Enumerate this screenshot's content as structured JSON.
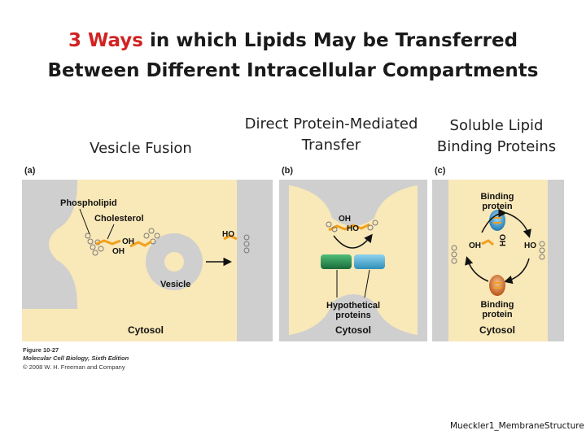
{
  "title": {
    "accent": "3 Ways",
    "line1_rest": " in which Lipids May be Transferred",
    "line2": "Between Different Intracellular Compartments"
  },
  "captions": {
    "vesicle_fusion": "Vesicle Fusion",
    "direct_line1": "Direct Protein-Mediated",
    "direct_line2": "Transfer",
    "soluble_line1": "Soluble Lipid",
    "soluble_line2": "Binding Proteins"
  },
  "panels": {
    "a": {
      "letter": "(a)",
      "phospholipid": "Phospholipid",
      "cholesterol": "Cholesterol",
      "oh": "OH",
      "ho": "HO",
      "vesicle": "Vesicle",
      "cytosol": "Cytosol"
    },
    "b": {
      "letter": "(b)",
      "oh": "OH",
      "ho": "HO",
      "hypothetical_line1": "Hypothetical",
      "hypothetical_line2": "proteins",
      "cytosol": "Cytosol"
    },
    "c": {
      "letter": "(c)",
      "binding_top_line1": "Binding",
      "binding_top_line2": "protein",
      "oh": "OH",
      "ho_center": "HO",
      "ho_right": "HO",
      "binding_bottom_line1": "Binding",
      "binding_bottom_line2": "protein",
      "cytosol": "Cytosol"
    }
  },
  "figure_credit": {
    "line1": "Figure 10-27",
    "line2": "Molecular Cell Biology, Sixth Edition",
    "line3": "© 2008 W. H. Freeman and Company"
  },
  "footer": "Mueckler1_MembraneStructure",
  "colors": {
    "title_accent": "#d22222",
    "cytosol_bg": "#f9e8b8",
    "membrane": "#cfcfcf",
    "lipid_tail": "#f2a01e",
    "protein_green": "#2a8f52",
    "protein_blue": "#4aa8cf",
    "binding_protein_top": "#3b9ad0",
    "binding_protein_bottom": "#d3702a",
    "arrow": "#111111"
  }
}
